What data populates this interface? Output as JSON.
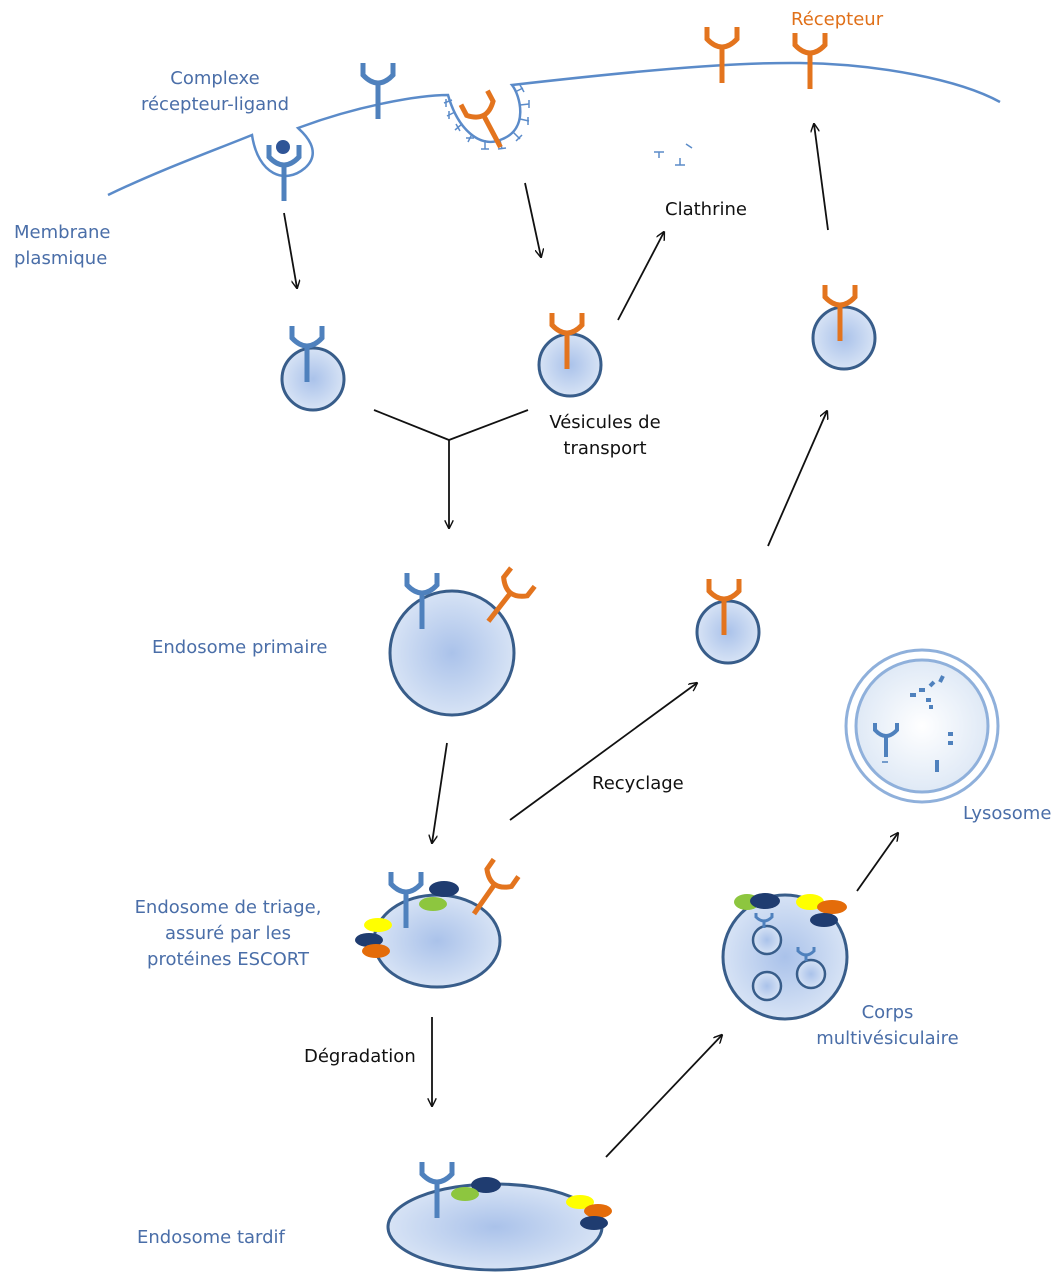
{
  "colors": {
    "membrane": "#5b8bc9",
    "receptor_blue": "#4f81bd",
    "receptor_orange": "#e3741e",
    "vesicle_stroke": "#385d8a",
    "label_blue": "#4a6ea8",
    "escrt_dark": "#1f3c70",
    "escrt_green": "#8dc63f",
    "escrt_yellow": "#ffff00",
    "escrt_orange": "#e46c0a"
  },
  "labels": {
    "recepteur": "Récepteur",
    "complexe_line1": "Complexe",
    "complexe_line2": "récepteur-ligand",
    "membrane_line1": "Membrane",
    "membrane_line2": "plasmique",
    "clathrine": "Clathrine",
    "vesicules_line1": "Vésicules de",
    "vesicules_line2": "transport",
    "endosome_primaire": "Endosome primaire",
    "recyclage": "Recyclage",
    "lysosome": "Lysosome",
    "triage_line1": "Endosome de triage,",
    "triage_line2": "assuré par les",
    "triage_line3": "protéines ESCORT",
    "corps_line1": "Corps",
    "corps_line2": "multivésiculaire",
    "degradation": "Dégradation",
    "endosome_tardif": "Endosome tardif"
  },
  "icons": [
    "receptor-y-icon",
    "ligand-icon",
    "clathrine-fragment-icon",
    "escrt-protein-icon"
  ]
}
